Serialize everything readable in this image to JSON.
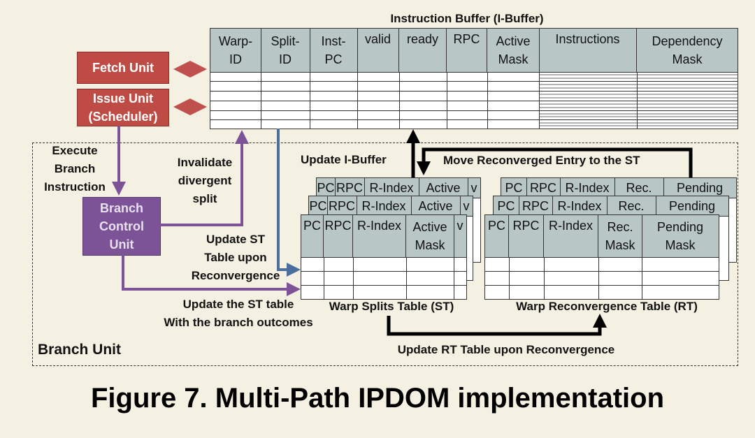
{
  "ibuffer": {
    "title": "Instruction Buffer (I-Buffer)",
    "columns": [
      "Warp-\nID",
      "Split-\nID",
      "Inst-\nPC",
      "valid",
      "ready",
      "RPC",
      "Active\nMask",
      "Instructions",
      "Dependency\nMask"
    ]
  },
  "units": {
    "fetch": "Fetch Unit",
    "issue": "Issue Unit\n(Scheduler)",
    "branch_control": "Branch\nControl\nUnit"
  },
  "labels": {
    "execute_branch": "Execute\nBranch\nInstruction",
    "invalidate": "Invalidate\ndivergent\nsplit",
    "update_st_reconv": "Update ST\nTable upon\nReconvergence",
    "update_st_outcomes": "Update the ST table\nWith the branch outcomes",
    "update_ibuffer": "Update I-Buffer",
    "move_reconverged": "Move Reconverged Entry to the ST",
    "update_rt": "Update RT Table upon Reconvergence",
    "branch_unit": "Branch Unit"
  },
  "st": {
    "title": "Warp Splits Table (ST)",
    "columns": [
      "PC",
      "RPC",
      "R-Index",
      "Active\nMask",
      "v"
    ],
    "back_columns": [
      "PC",
      "RPC",
      "R-Index",
      "Active",
      "v"
    ]
  },
  "rt": {
    "title": "Warp Reconvergence Table (RT)",
    "columns": [
      "PC",
      "RPC",
      "R-Index",
      "Rec.\nMask",
      "Pending\nMask"
    ],
    "back_columns": [
      "PC",
      "RPC",
      "R-Index",
      "Rec.",
      "Pending"
    ]
  },
  "caption": "Figure 7. Multi-Path IPDOM implementation",
  "colors": {
    "red_box": "#bf4b45",
    "purple_box": "#7b5396",
    "header_fill": "#b9c6c6",
    "blue_arrow": "#4a6f9c",
    "purple_arrow": "#7b5396",
    "red_arrow": "#c0504d"
  }
}
